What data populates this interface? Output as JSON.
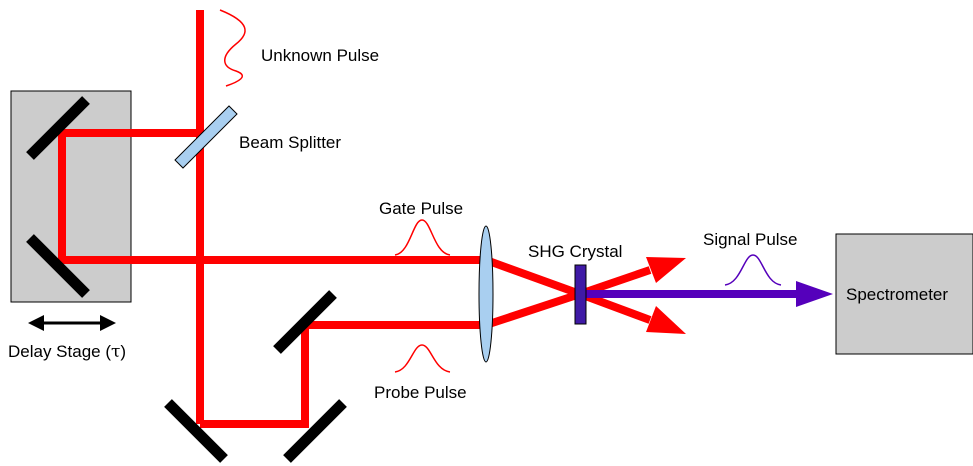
{
  "labels": {
    "unknown_pulse": "Unknown Pulse",
    "beam_splitter": "Beam Splitter",
    "gate_pulse": "Gate Pulse",
    "probe_pulse": "Probe Pulse",
    "shg_crystal": "SHG Crystal",
    "signal_pulse": "Signal Pulse",
    "spectrometer": "Spectrometer",
    "delay_stage_prefix": "Delay Stage (",
    "delay_stage_symbol": "τ",
    "delay_stage_suffix": ")"
  },
  "colors": {
    "beam": "#ff0000",
    "signal_beam": "#5500bb",
    "mirror": "#000000",
    "box_fill": "#cccccc",
    "beam_splitter_fill": "#a9cff0",
    "lens_fill": "#a9cff0",
    "crystal_fill": "#3f1aa6"
  }
}
